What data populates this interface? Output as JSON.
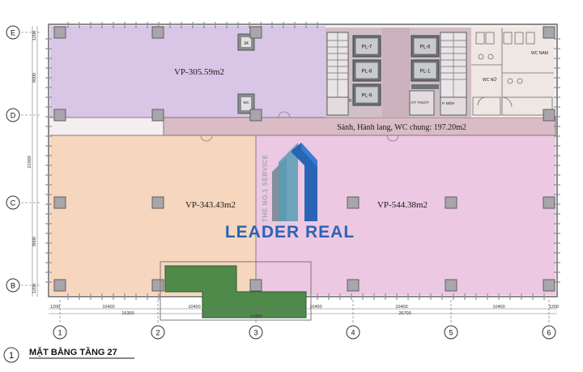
{
  "grid": {
    "rows": [
      "E",
      "D",
      "C",
      "B"
    ],
    "columns": [
      "1",
      "2",
      "3",
      "4",
      "5",
      "6"
    ]
  },
  "zones": {
    "office_top_left": "VP-305.59m2",
    "office_left": "VP-343.43m2",
    "office_right": "VP-544.38m2",
    "common_area": "Sảnh, Hành lang, WC chung: 197.20m2"
  },
  "dimensions": {
    "left_rows": [
      "1200",
      "9000",
      "9000",
      "1200"
    ],
    "left_total": "21000",
    "bottom_row1": [
      "1200",
      "10400",
      "10400",
      "10400",
      "10400",
      "10400",
      "1200"
    ],
    "bottom_total_left": "16300",
    "bottom_total_mid": "11400",
    "bottom_total_right": "26700"
  },
  "core_labels": {
    "lift_left": [
      "PL-7",
      "PL-8",
      "PL-9"
    ],
    "lift_right": [
      "PL-6",
      "PL-1"
    ],
    "stair_tag_1": "34",
    "stair_tag_2": "WC",
    "ktt": "KT THUẬT",
    "smoke_left": "P. ĐỆM",
    "smoke_right": "P. ĐỆM",
    "wc_female": "WC NỮ",
    "wc_male": "WC NAM"
  },
  "watermark": {
    "brand": "LEADER REAL",
    "tagline": "THE NO.1 SERVICE"
  },
  "footer": {
    "number": "1",
    "title": "MẶT BẰNG TẦNG 27"
  },
  "colors": {
    "office_top_left": "#d9c6e6",
    "office_left": "#f6d6bd",
    "office_right": "#edc8e2",
    "common": "#d9bcc6",
    "core": "#7a7d82",
    "terrace": "#4f8a4b",
    "brand_blue": "#1f5fb3"
  }
}
